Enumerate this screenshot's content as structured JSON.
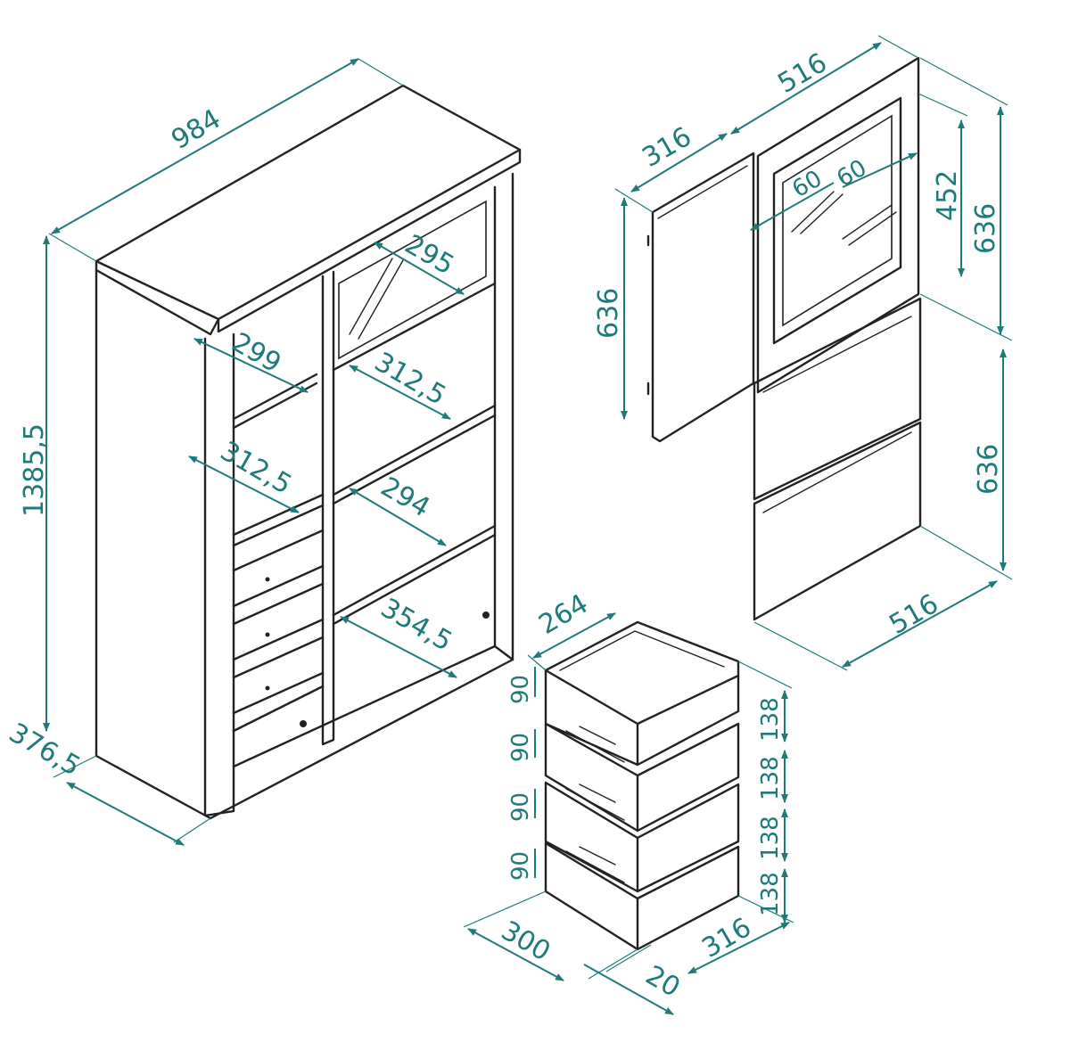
{
  "colors": {
    "ink": "#222222",
    "dimension": "#1f7a7a",
    "background": "#ffffff"
  },
  "cabinet": {
    "width": "984",
    "height": "1385,5",
    "depth": "376,5",
    "inner_widths": [
      "295",
      "299",
      "312,5",
      "312,5",
      "294",
      "354,5"
    ]
  },
  "doors": {
    "left_door_width": "316",
    "left_door_height": "636",
    "glass_door_width": "516",
    "glass_height": "452",
    "glass_door_height": "636",
    "glass_frame_1": "60",
    "glass_frame_2": "60",
    "lower_door_height": "636",
    "lower_door_width": "516"
  },
  "drawers": {
    "top_width": "264",
    "inner_heights": [
      "90",
      "90",
      "90",
      "90"
    ],
    "outer_heights": [
      "138",
      "138",
      "138",
      "138"
    ],
    "depth": "300",
    "front_width": "316",
    "front_thickness": "20"
  }
}
